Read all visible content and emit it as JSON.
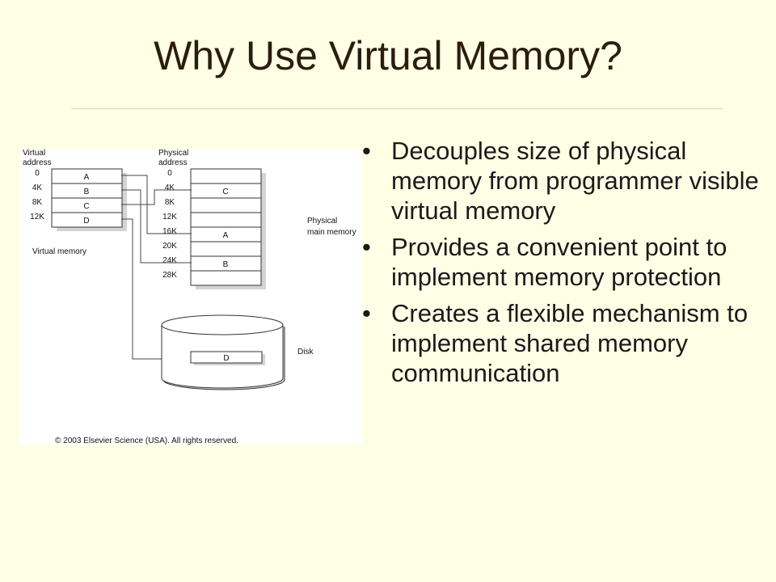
{
  "slide": {
    "title": "Why Use Virtual Memory?"
  },
  "figure": {
    "virtual_header_line1": "Virtual",
    "virtual_header_line2": "address",
    "physical_header_line1": "Physical",
    "physical_header_line2": "address",
    "virtual_addresses": [
      "0",
      "4K",
      "8K",
      "12K"
    ],
    "virtual_pages": [
      "A",
      "B",
      "C",
      "D"
    ],
    "virtual_memory_label": "Virtual memory",
    "physical_addresses": [
      "0",
      "4K",
      "8K",
      "12K",
      "16K",
      "20K",
      "24K",
      "28K"
    ],
    "physical_frames": [
      "",
      "C",
      "",
      "",
      "A",
      "",
      "B",
      ""
    ],
    "physical_main_memory_line1": "Physical",
    "physical_main_memory_line2": "main memory",
    "disk_label": "Disk",
    "disk_page": "D",
    "copyright": "© 2003 Elsevier Science (USA). All rights reserved."
  },
  "bullets": [
    "Decouples size of physical memory from programmer visible virtual memory",
    "Provides a convenient point to implement memory protection",
    "Creates a flexible mechanism to implement shared memory communication"
  ],
  "bullet_glyph": "•"
}
